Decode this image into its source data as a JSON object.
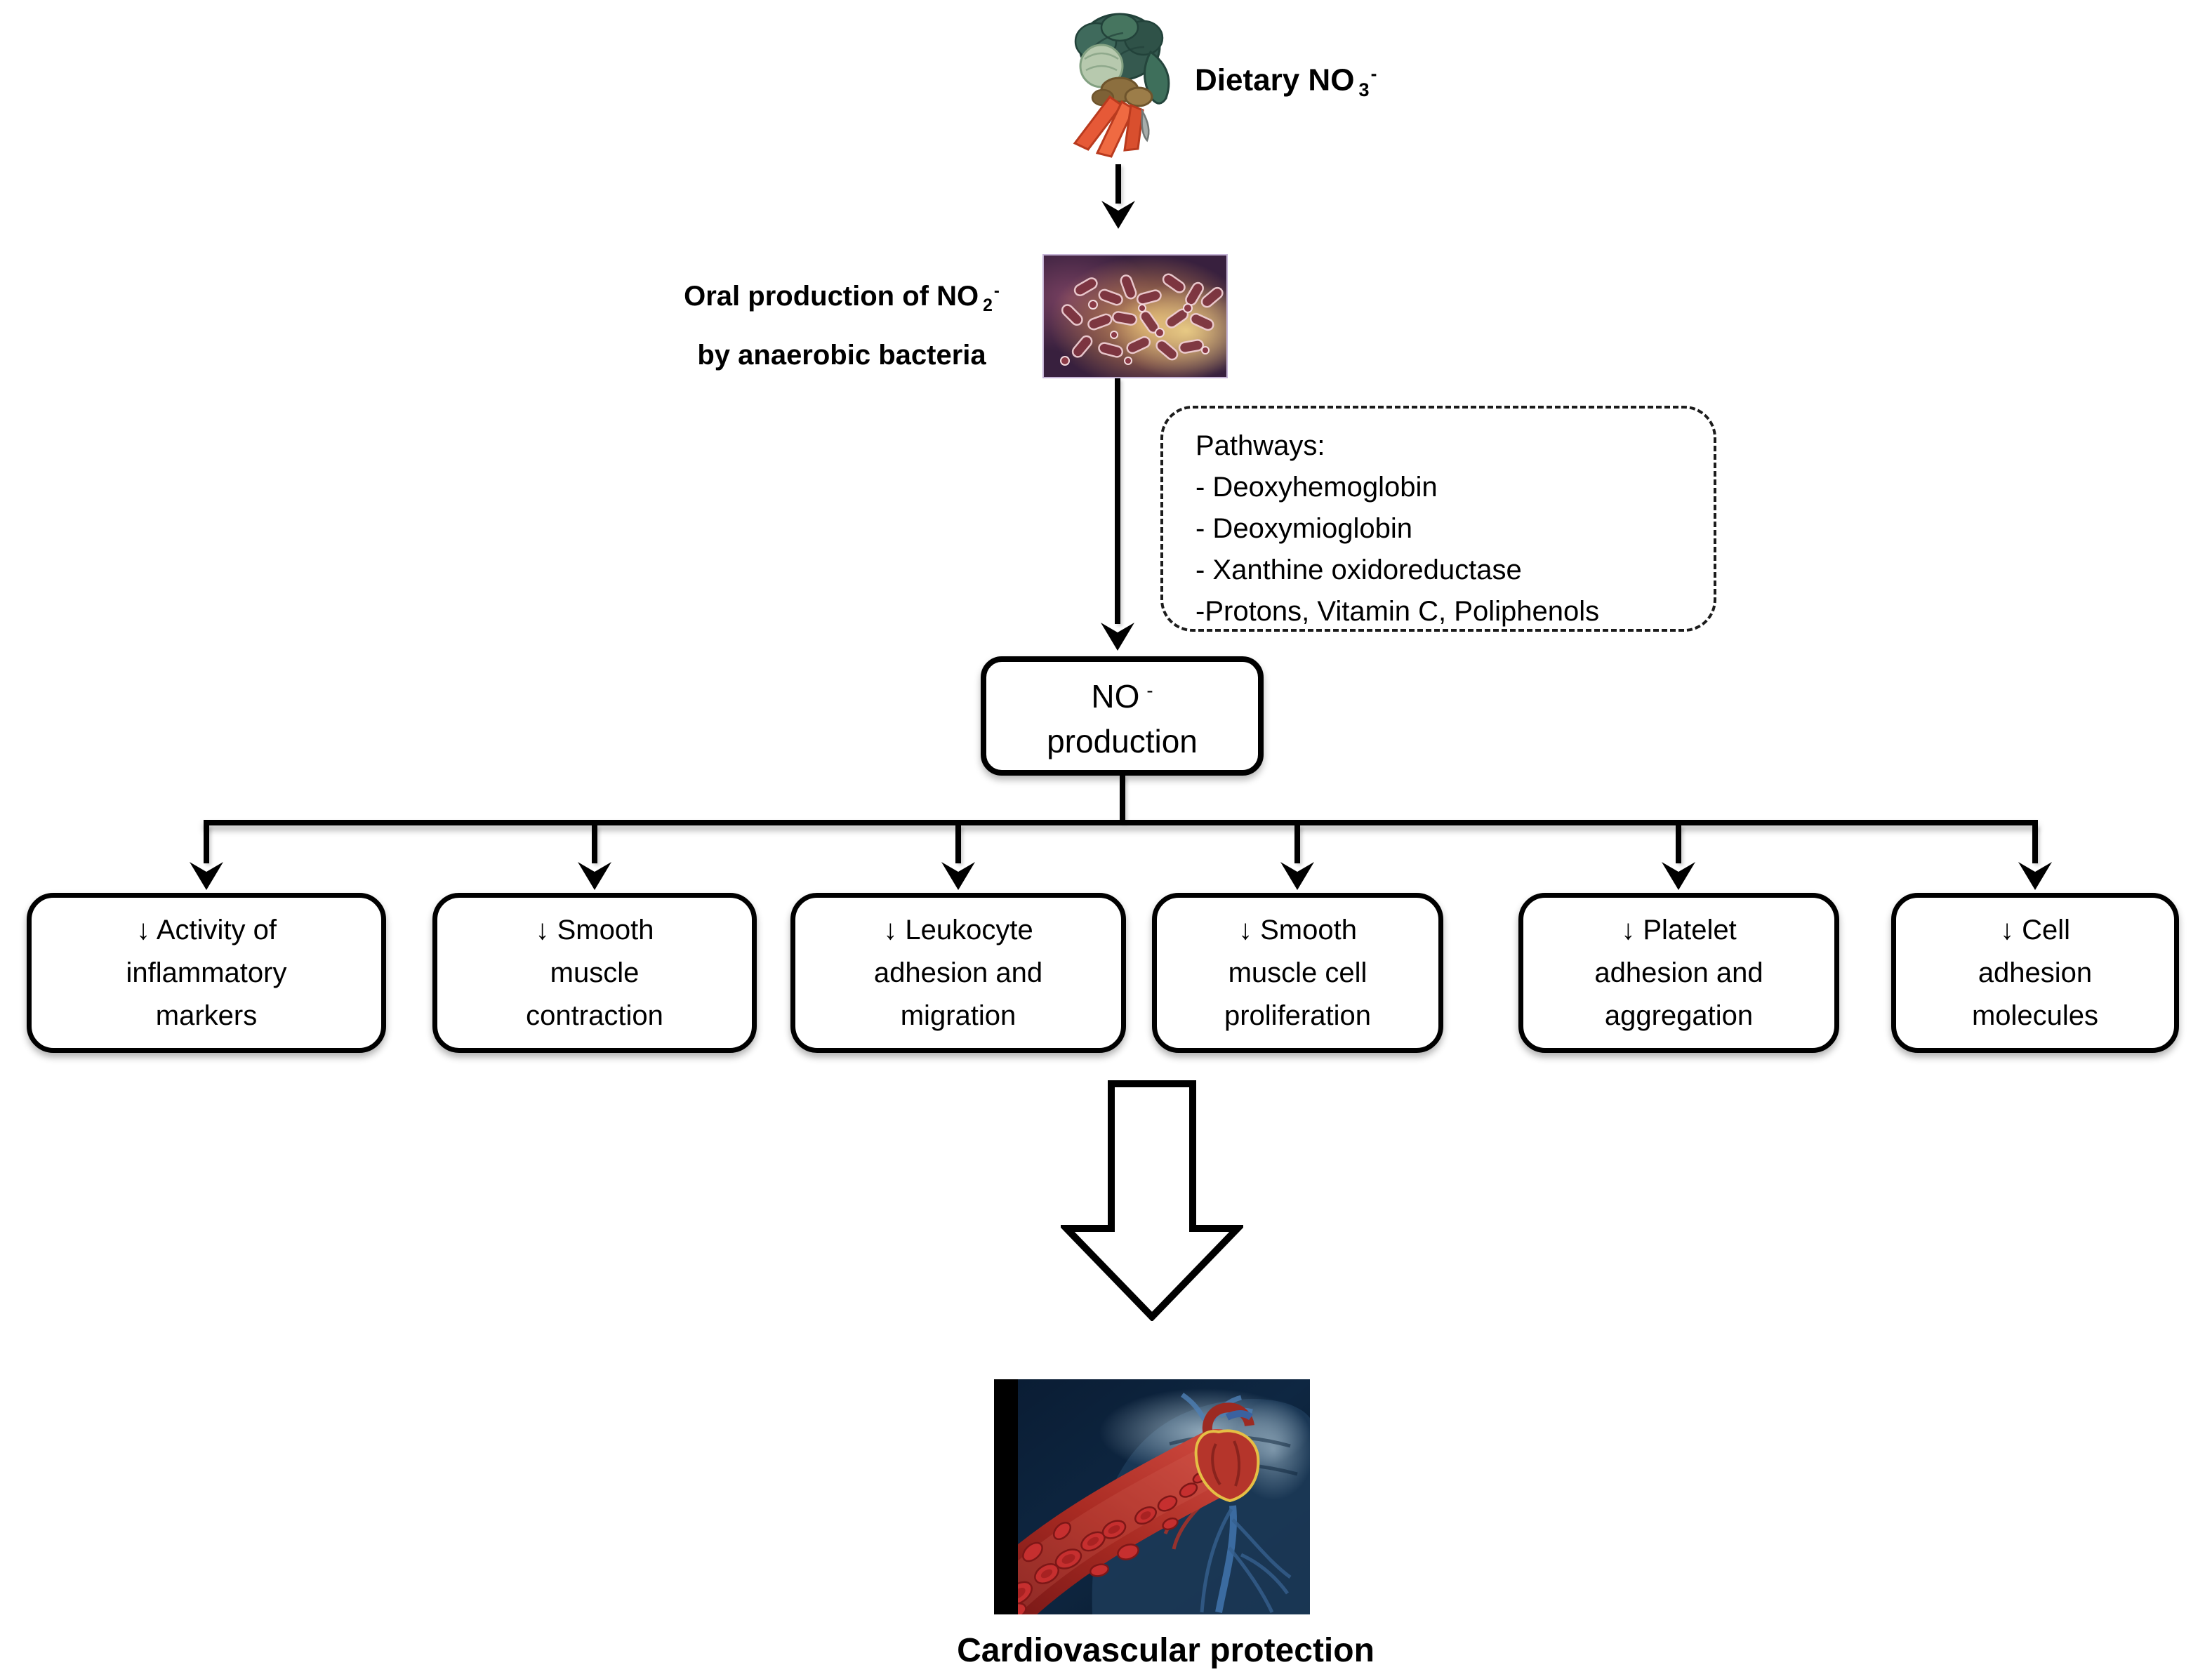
{
  "colors": {
    "stroke": "#000000",
    "background": "#ffffff",
    "bacteria_bg": "#3a2040",
    "heart_bg": "#0a1c33",
    "carrot": "#e65937",
    "leaf_green": "#35594f"
  },
  "dietary": {
    "text": "Dietary NO",
    "sub": "3",
    "sup": "-"
  },
  "oral": {
    "line1_text": "Oral production of NO",
    "line1_sub": "2",
    "line1_sup": "-",
    "line2": "by anaerobic bacteria"
  },
  "pathways": {
    "title": "Pathways:",
    "items": [
      "- Deoxyhemoglobin",
      "- Deoxymioglobin",
      "- Xanthine oxidoreductase",
      "-Protons, Vitamin C, Poliphenols"
    ]
  },
  "no_production": {
    "line1_text": "NO",
    "line1_sup": "-",
    "line2": "production"
  },
  "effects": [
    {
      "lines": [
        "↓ Activity of",
        "inflammatory",
        "markers"
      ]
    },
    {
      "lines": [
        "↓ Smooth",
        "muscle",
        "contraction"
      ]
    },
    {
      "lines": [
        "↓ Leukocyte",
        "adhesion and",
        "migration"
      ]
    },
    {
      "lines": [
        "↓ Smooth",
        "muscle cell",
        "proliferation"
      ]
    },
    {
      "lines": [
        "↓ Platelet",
        "adhesion and",
        "aggregation"
      ]
    },
    {
      "lines": [
        "↓ Cell",
        "adhesion",
        "molecules"
      ]
    }
  ],
  "outcome": {
    "label": "Cardiovascular protection"
  },
  "icons": {
    "vegetables": "vegetables-illustration",
    "bacteria": "anaerobic-bacteria-micrograph",
    "heart": "cardiovascular-circulation-illustration",
    "arrow": "down-arrow"
  }
}
